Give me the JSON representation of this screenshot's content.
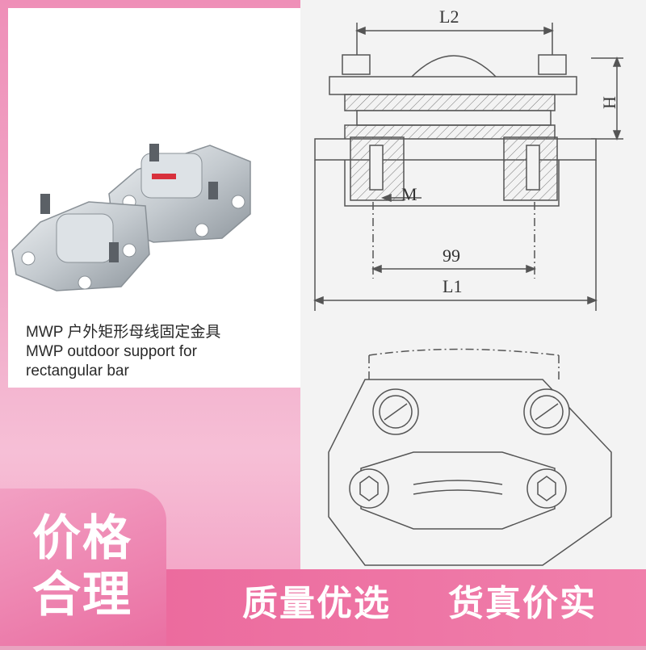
{
  "caption": {
    "line1": "MWP 户外矩形母线固定金具",
    "line2": "MWP outdoor support for",
    "line3": "rectangular bar"
  },
  "drawing_labels": {
    "l2": "L2",
    "h": "H",
    "m": "M",
    "d99": "99",
    "l1": "L1"
  },
  "badges": {
    "price_reasonable_line1": "价格",
    "price_reasonable_line2": "合理",
    "quality": "质量优选",
    "genuine": "货真价实"
  },
  "colors": {
    "pink_accent": "#ec6b9e",
    "drawing_bg": "#f3f3f3",
    "line": "#555555"
  }
}
